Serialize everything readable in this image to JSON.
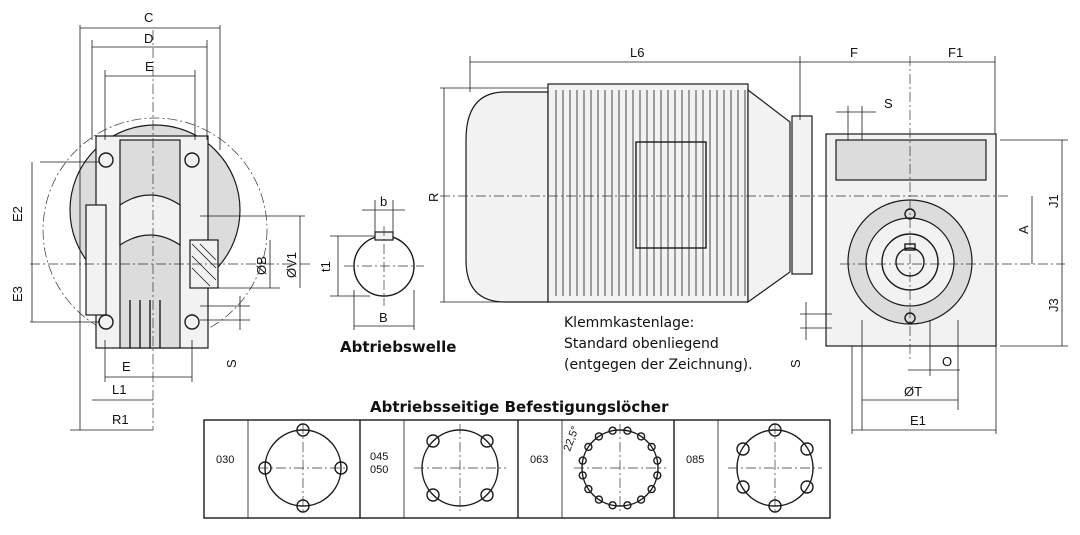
{
  "dimensions": {
    "C": "C",
    "D": "D",
    "E_top": "E",
    "E_bottom": "E",
    "E2": "E2",
    "E3": "E3",
    "L1": "L1",
    "R1": "R1",
    "S_left": "S",
    "B_dia": "ØB",
    "V1": "ØV1",
    "b": "b",
    "t1": "t1",
    "B_shaft": "B",
    "L6": "L6",
    "R": "R",
    "F": "F",
    "F1": "F1",
    "S_top": "S",
    "J1": "J1",
    "J3": "J3",
    "A": "A",
    "S_right": "S",
    "O": "O",
    "T": "ØT",
    "E1": "E1"
  },
  "labels": {
    "shaft": "Abtriebswelle",
    "terminal_line1": "Klemmkastenlage:",
    "terminal_line2": "Standard obenliegend",
    "terminal_line3": "(entgegen der Zeichnung).",
    "holes_title": "Abtriebsseitige Befestigungslöcher"
  },
  "table": {
    "cells": [
      {
        "size": "030"
      },
      {
        "size_line1": "045",
        "size_line2": "050"
      },
      {
        "size": "063",
        "angle": "22,5°"
      },
      {
        "size": "085"
      }
    ]
  }
}
